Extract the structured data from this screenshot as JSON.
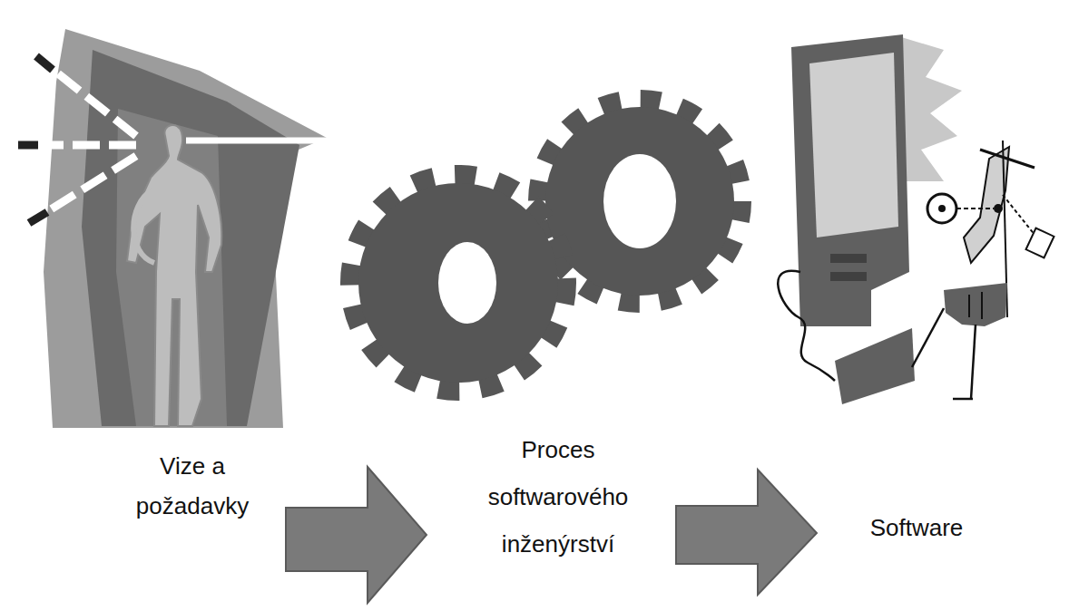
{
  "diagram": {
    "labels": [
      "Vize a požadavky",
      "Proces softwarového inženýrství",
      "Software"
    ]
  }
}
